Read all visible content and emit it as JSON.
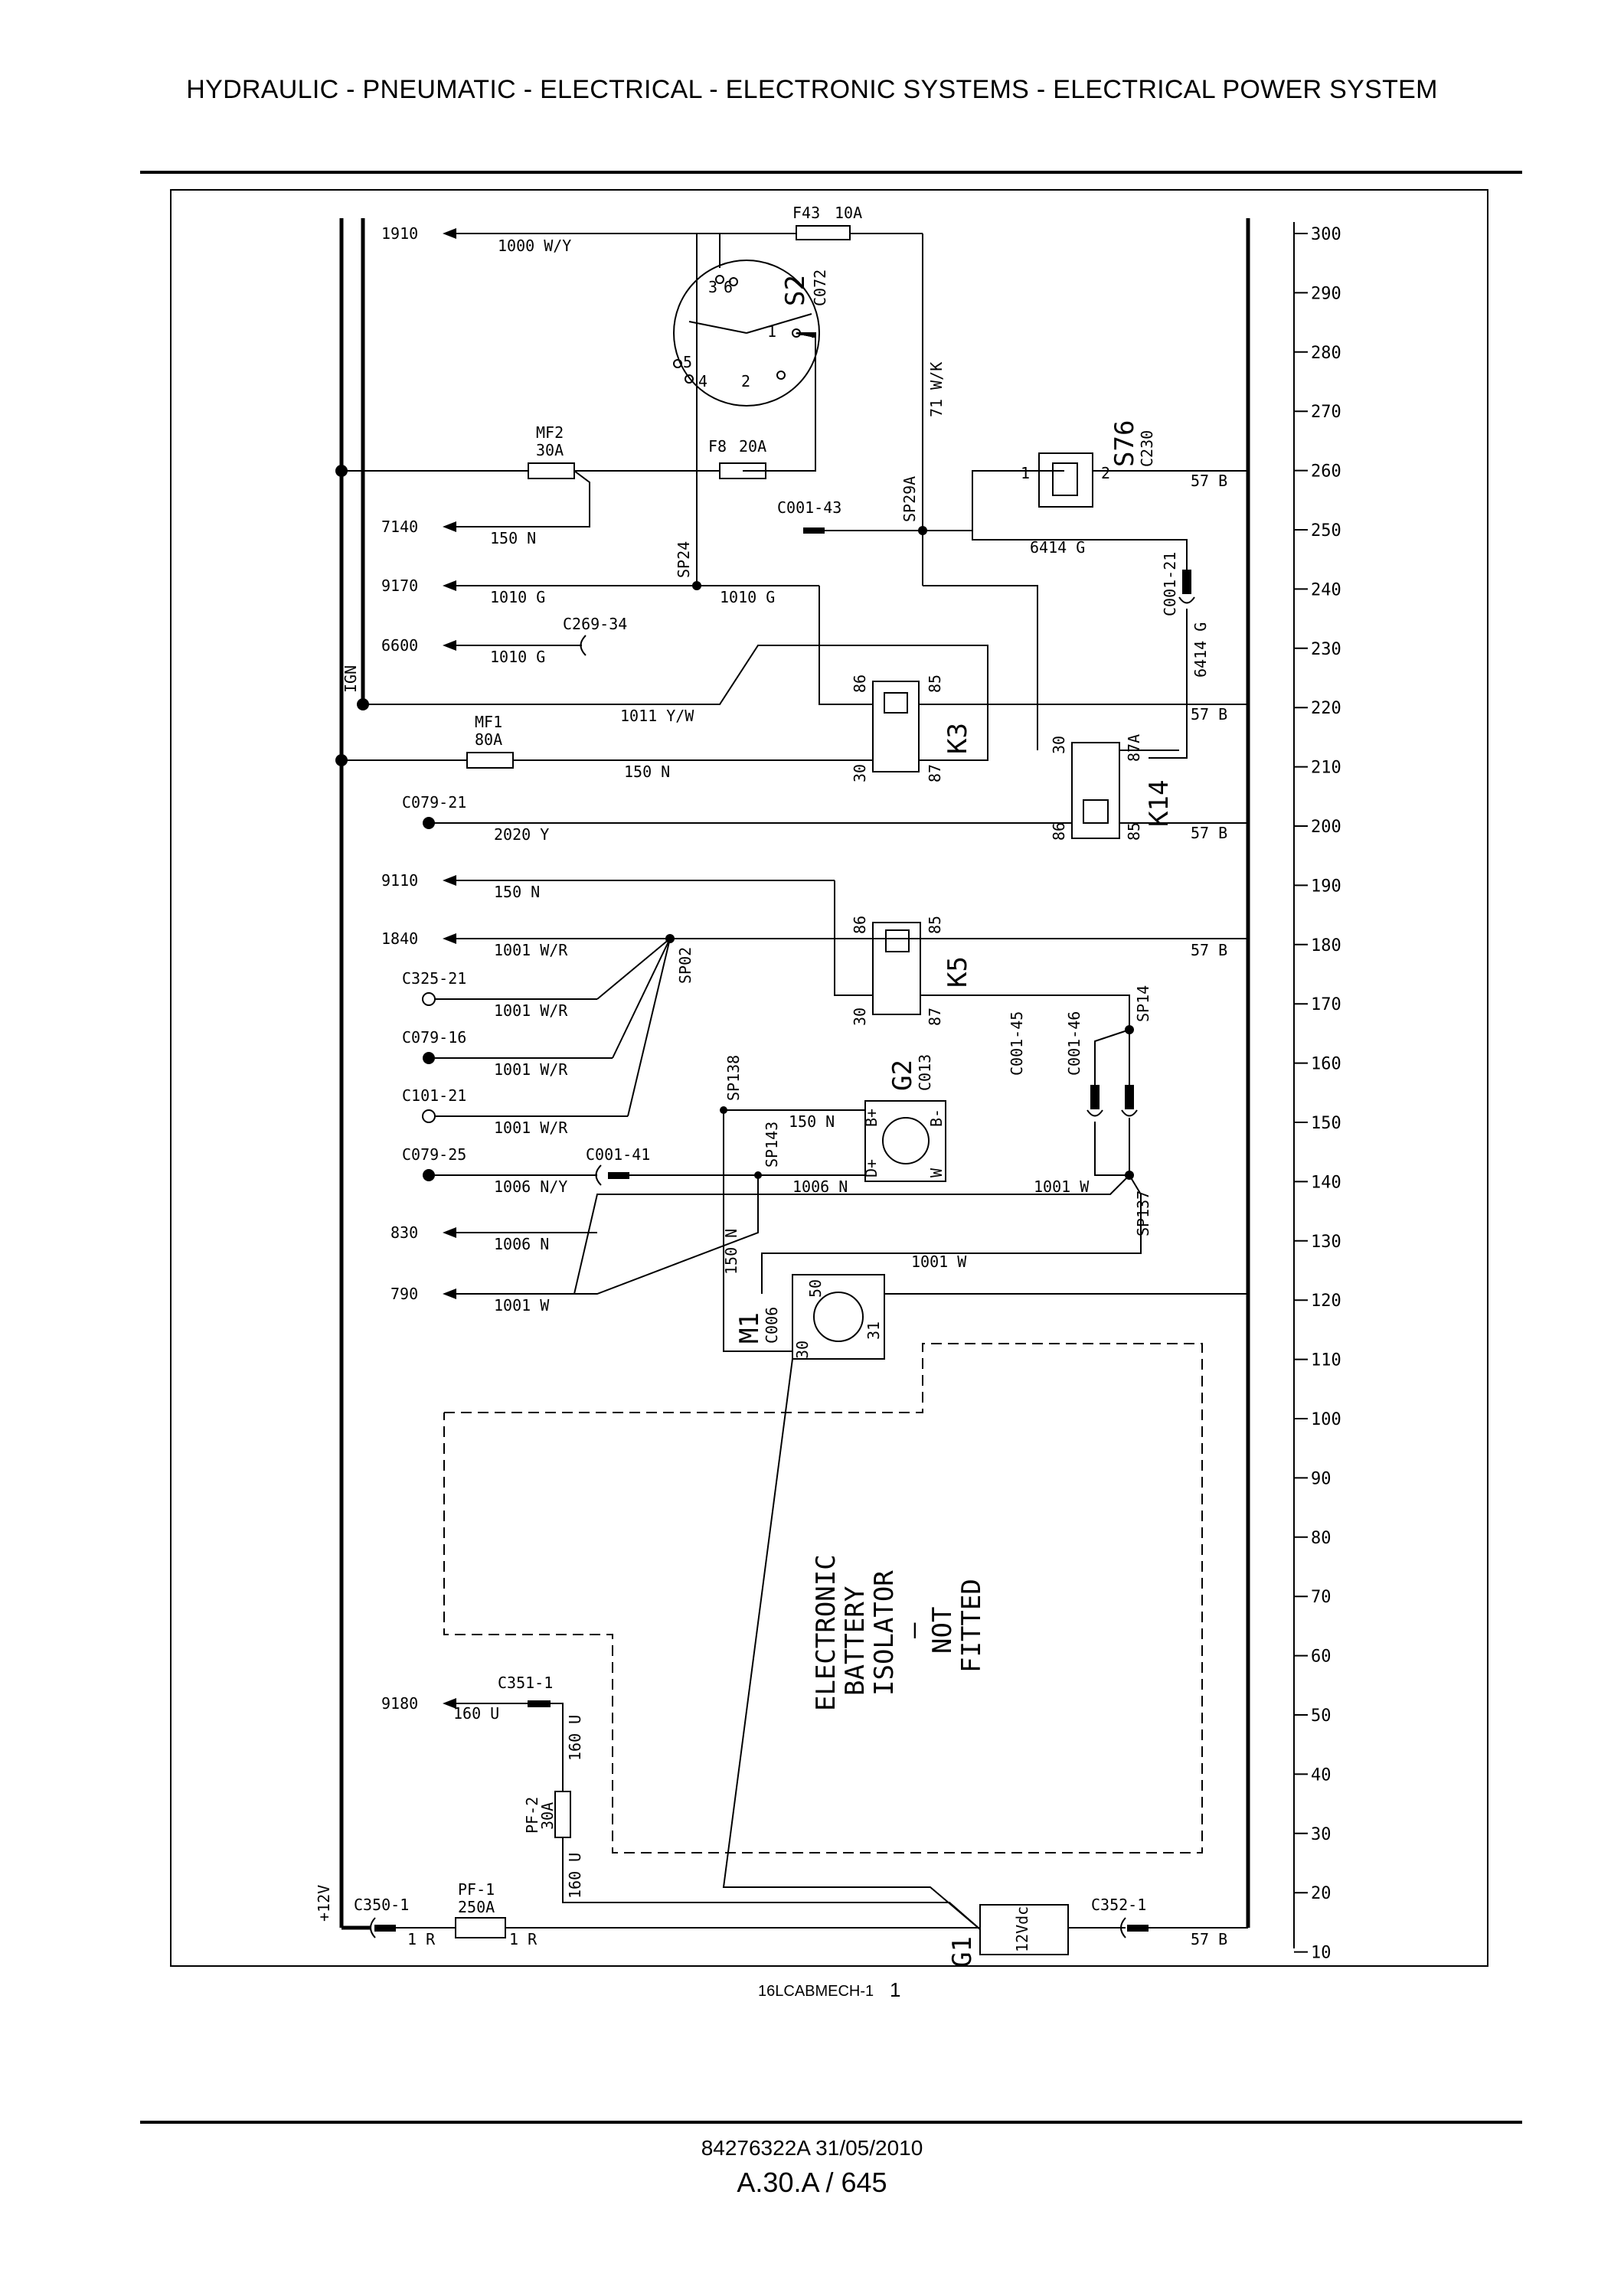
{
  "header": {
    "title": "HYDRAULIC - PNEUMATIC - ELECTRICAL - ELECTRONIC SYSTEMS - ELECTRICAL POWER SYSTEM"
  },
  "diagram": {
    "rail_labels": {
      "ign": "IGN",
      "plus12v": "+12V"
    },
    "left_circuits": {
      "c1910": "1910",
      "c7140": "7140",
      "c9170": "9170",
      "c6600": "6600",
      "c9110": "9110",
      "c1840": "1840",
      "c830": "830",
      "c790": "790",
      "c9180": "9180"
    },
    "connectors": {
      "c079_21": "C079-21",
      "c325_21": "C325-21",
      "c079_16": "C079-16",
      "c101_21": "C101-21",
      "c079_25": "C079-25",
      "c001_41": "C001-41",
      "c001_43": "C001-43",
      "c269_34": "C269-34",
      "c001_21": "C001-21",
      "c001_45": "C001-45",
      "c001_46": "C001-46",
      "c351_1": "C351-1",
      "c350_1": "C350-1",
      "c352_1": "C352-1"
    },
    "wires": {
      "w1000wy": "1000 W/Y",
      "w150n_a": "150 N",
      "w1010g_a": "1010 G",
      "w1010g_b": "1010 G",
      "w1010g_c": "1010 G",
      "w1011yw": "1011 Y/W",
      "w150n_b": "150 N",
      "w2020y": "2020 Y",
      "w150n_c": "150 N",
      "w1001wr_a": "1001 W/R",
      "w1001wr_b": "1001 W/R",
      "w1001wr_c": "1001 W/R",
      "w1001wr_d": "1001 W/R",
      "w1006ny": "1006 N/Y",
      "w1006n_a": "1006 N",
      "w1006n_b": "1006 N",
      "w1001w_a": "1001 W",
      "w1001w_b": "1001 W",
      "w1001w_c": "1001 W",
      "w150n_d": "150 N",
      "w150n_e": "150 N",
      "w71wk": "71 W/K",
      "w6414g_a": "6414 G",
      "w6414g_b": "6414 G",
      "w57b_a": "57 B",
      "w57b_b": "57 B",
      "w57b_c": "57 B",
      "w57b_d": "57 B",
      "w57b_e": "57 B",
      "w160u_a": "160 U",
      "w160u_b": "160 U",
      "w160u_c": "160 U",
      "w1r_a": "1 R",
      "w1r_b": "1 R"
    },
    "fuses": {
      "f43": "F43",
      "f43_rating": "10A",
      "f8": "F8",
      "f8_rating": "20A",
      "mf2": "MF2",
      "mf2_rating": "30A",
      "mf1": "MF1",
      "mf1_rating": "80A",
      "pf2": "PF-2",
      "pf2_rating": "30A",
      "pf1": "PF-1",
      "pf1_rating": "250A"
    },
    "splices": {
      "sp24": "SP24",
      "sp29a": "SP29A",
      "sp02": "SP02",
      "sp138": "SP138",
      "sp143": "SP143",
      "sp14": "SP14",
      "sp137": "SP137"
    },
    "components": {
      "s2": "S2",
      "s2_conn": "C072",
      "s76": "S76",
      "s76_conn": "C230",
      "k3": "K3",
      "k14": "K14",
      "k5": "K5",
      "g2": "G2",
      "g2_conn": "C013",
      "m1": "M1",
      "m1_conn": "C006",
      "g1": "G1",
      "g1_voltage": "12Vdc"
    },
    "pins": {
      "p86": "86",
      "p85": "85",
      "p30": "30",
      "p87": "87",
      "p87a": "87A",
      "p1": "1",
      "p2": "2",
      "p3": "3",
      "p4": "4",
      "p5": "5",
      "p6": "6",
      "p50": "50",
      "p31": "31",
      "bplus": "B+",
      "bminus": "B-",
      "dplus": "D+",
      "w": "W"
    },
    "isolator_note": [
      "ELECTRONIC",
      "BATTERY",
      "ISOLATOR",
      "–",
      "NOT",
      "FITTED"
    ],
    "grid_scale": [
      "300",
      "290",
      "280",
      "270",
      "260",
      "250",
      "240",
      "230",
      "220",
      "210",
      "200",
      "190",
      "180",
      "170",
      "160",
      "150",
      "140",
      "130",
      "120",
      "110",
      "100",
      "90",
      "80",
      "70",
      "60",
      "50",
      "40",
      "30",
      "20",
      "10"
    ]
  },
  "figure_ref": {
    "code": "16LCABMECH-1",
    "number": "1"
  },
  "footer": {
    "doc": "84276322A 31/05/2010",
    "page": "A.30.A / 645"
  }
}
